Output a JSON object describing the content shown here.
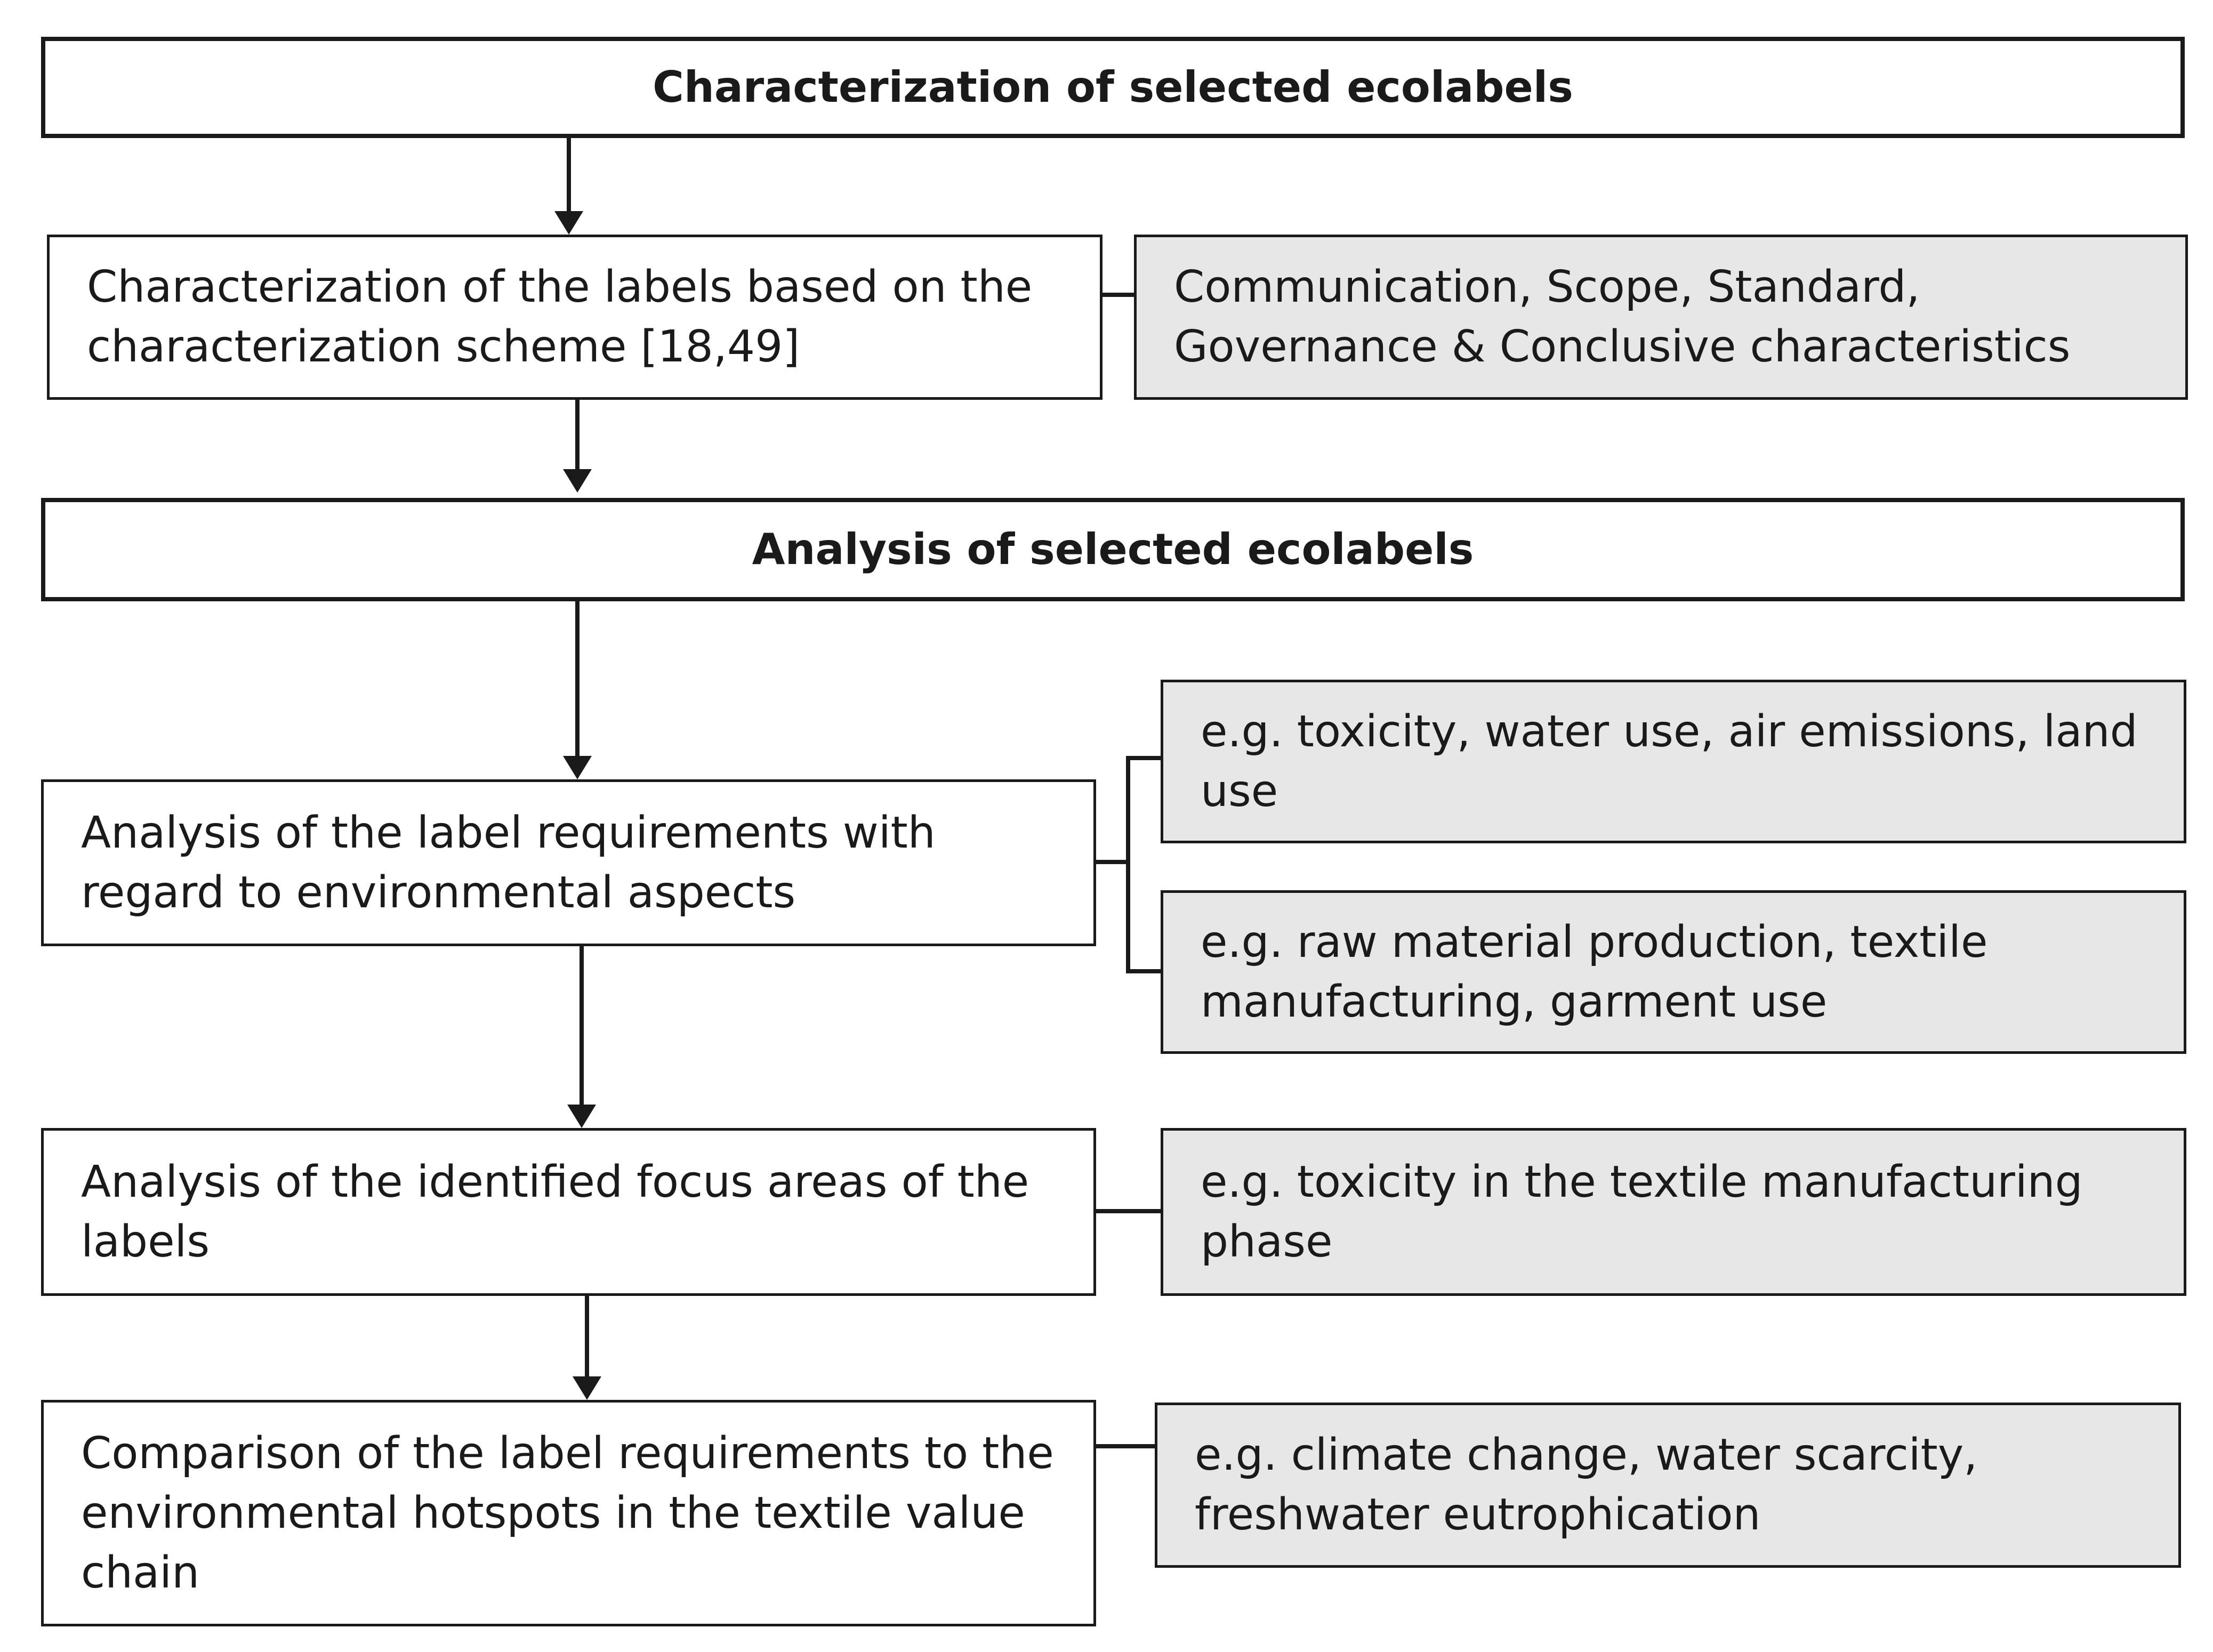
{
  "flowchart": {
    "header_characterization": "Characterization of selected ecolabels",
    "step_characterization": "Characterization of the labels based on the characterization scheme [18,49]",
    "detail_characterization": "Communication, Scope, Standard, Governance & Conclusive characteristics",
    "header_analysis": "Analysis of selected ecolabels",
    "step_requirements": "Analysis of the label requirements with regard to environmental aspects",
    "detail_aspects": "e.g. toxicity, water use, air emissions, land use",
    "detail_phases": "e.g. raw material production, textile manufacturing, garment use",
    "step_focus_areas": "Analysis of the identified focus areas of the labels",
    "detail_focus": "e.g. toxicity in the textile manufacturing phase",
    "step_comparison": "Comparison of the label requirements to the environmental hotspots in the textile value chain",
    "detail_hotspots": "e.g. climate change, water scarcity, freshwater eutrophication"
  },
  "colors": {
    "stroke": "#1a1a1a",
    "detail_fill": "#e7e7e7",
    "step_fill": "#ffffff"
  }
}
